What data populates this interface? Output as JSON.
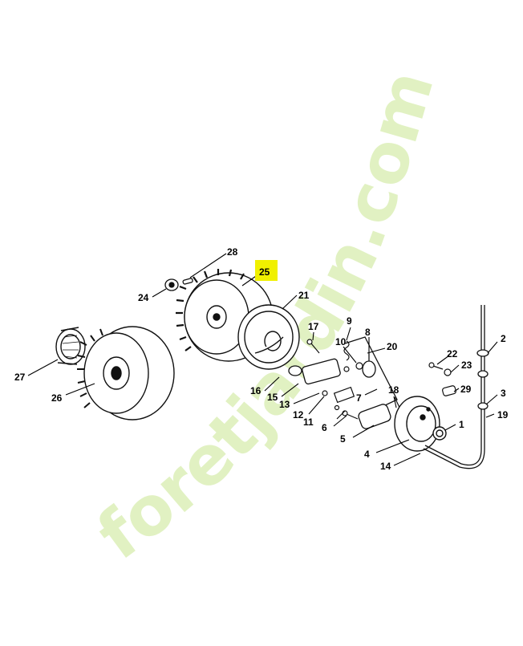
{
  "watermark": {
    "text": "foretjardin.com",
    "color_green": "#d8ecb0",
    "color_gray": "#d6d2c8"
  },
  "highlight": {
    "part": "25",
    "color": "#f0f000"
  },
  "parts": [
    {
      "id": "p1",
      "label": "1"
    },
    {
      "id": "p2",
      "label": "2"
    },
    {
      "id": "p3",
      "label": "3"
    },
    {
      "id": "p4",
      "label": "4"
    },
    {
      "id": "p5",
      "label": "5"
    },
    {
      "id": "p6",
      "label": "6"
    },
    {
      "id": "p7",
      "label": "7"
    },
    {
      "id": "p8",
      "label": "8"
    },
    {
      "id": "p9",
      "label": "9"
    },
    {
      "id": "p10",
      "label": "10"
    },
    {
      "id": "p11",
      "label": "11"
    },
    {
      "id": "p12",
      "label": "12"
    },
    {
      "id": "p13",
      "label": "13"
    },
    {
      "id": "p14",
      "label": "14"
    },
    {
      "id": "p15",
      "label": "15"
    },
    {
      "id": "p16",
      "label": "16"
    },
    {
      "id": "p17",
      "label": "17"
    },
    {
      "id": "p18",
      "label": "18"
    },
    {
      "id": "p19",
      "label": "19"
    },
    {
      "id": "p20",
      "label": "20"
    },
    {
      "id": "p21",
      "label": "21"
    },
    {
      "id": "p22",
      "label": "22"
    },
    {
      "id": "p23",
      "label": "23"
    },
    {
      "id": "p24",
      "label": "24"
    },
    {
      "id": "p25",
      "label": "25"
    },
    {
      "id": "p26",
      "label": "26"
    },
    {
      "id": "p27",
      "label": "27"
    },
    {
      "id": "p28",
      "label": "28"
    },
    {
      "id": "p29",
      "label": "29"
    }
  ]
}
